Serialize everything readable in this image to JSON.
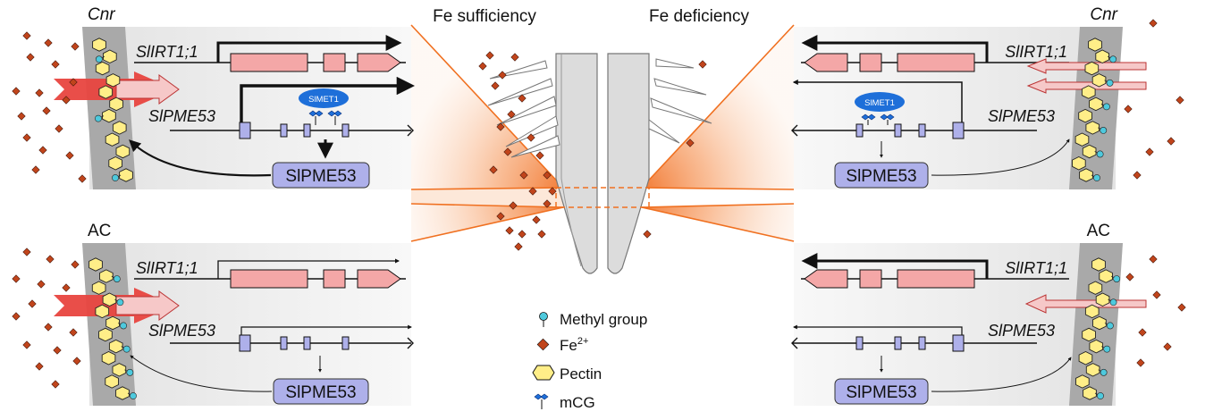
{
  "titles": {
    "fe_sufficiency": "Fe sufficiency",
    "fe_deficiency": "Fe deficiency"
  },
  "panels": {
    "top_left": {
      "genotype": "Cnr",
      "gene1": "SlIRT1;1",
      "gene2": "SlPME53",
      "protein": "SlPME53",
      "methyltransferase": "SlMET1"
    },
    "top_right": {
      "genotype": "Cnr",
      "gene1": "SlIRT1;1",
      "gene2": "SlPME53",
      "protein": "SlPME53",
      "methyltransferase": "SlMET1"
    },
    "bottom_left": {
      "genotype": "AC",
      "gene1": "SlIRT1;1",
      "gene2": "SlPME53",
      "protein": "SlPME53"
    },
    "bottom_right": {
      "genotype": "AC",
      "gene1": "SlIRT1;1",
      "gene2": "SlPME53",
      "protein": "SlPME53"
    }
  },
  "legend": {
    "methyl": "Methyl group",
    "fe": "Fe",
    "fe_charge": "2+",
    "pectin": "Pectin",
    "mcg": "mCG"
  },
  "colors": {
    "fe_dot": "#c0441b",
    "methyl": "#4ec9dd",
    "pectin": "#ffee88",
    "exon": "#f4a7a7",
    "pme_box": "#aeb0ea",
    "met_oval": "#1e6fd9",
    "orange": "#f07020",
    "cell_wall": "#a9a9a9"
  }
}
